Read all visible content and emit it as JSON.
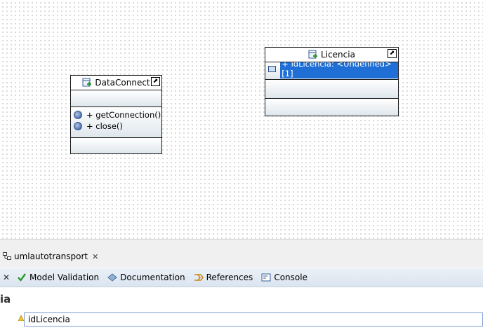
{
  "diagram": {
    "classes": [
      {
        "name": "DataConnect",
        "attributes": [],
        "operations": [
          "+ getConnection()",
          "+ close()"
        ]
      },
      {
        "name": "Licencia",
        "attributes": [
          "+ idLicencia: <Undefined> [1]"
        ],
        "operations": []
      }
    ]
  },
  "editor_tab": {
    "label": "umlautotransport"
  },
  "views": [
    {
      "label": "Model Validation",
      "icon": "checkmark-icon"
    },
    {
      "label": "Documentation",
      "icon": "documentation-icon"
    },
    {
      "label": "References",
      "icon": "references-icon"
    },
    {
      "label": "Console",
      "icon": "console-icon"
    }
  ],
  "properties": {
    "title_fragment": "ia",
    "name_value": "idLicencia"
  },
  "colors": {
    "selection": "#1f6fd6",
    "compartment_gradient_end": "#dfe7ec",
    "check_green": "#2a9a2a"
  }
}
